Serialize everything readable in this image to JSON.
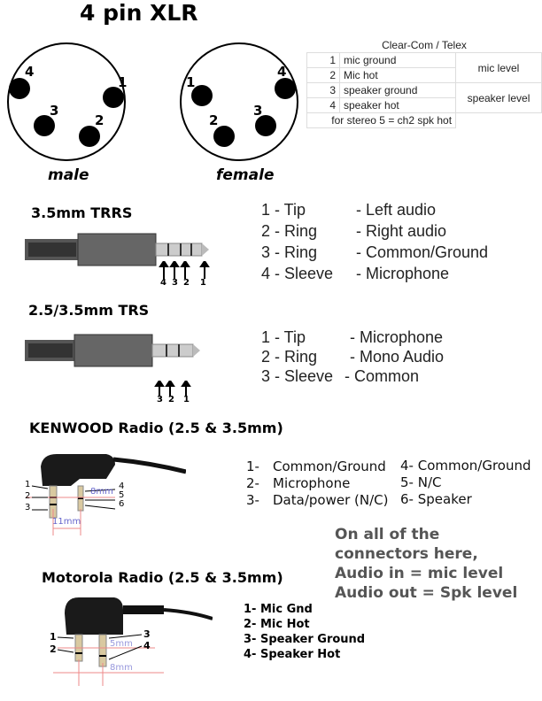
{
  "title": "4 pin XLR",
  "xlr": {
    "male_label": "male",
    "female_label": "female",
    "pins": [
      "1",
      "2",
      "3",
      "4"
    ]
  },
  "table": {
    "header": "Clear-Com / Telex",
    "rows": [
      {
        "num": "1",
        "desc": "mic ground"
      },
      {
        "num": "2",
        "desc": "Mic hot"
      },
      {
        "num": "3",
        "desc": "speaker ground"
      },
      {
        "num": "4",
        "desc": "speaker hot"
      }
    ],
    "groups": [
      "mic level",
      "speaker level"
    ],
    "footer": "for stereo 5 = ch2 spk hot"
  },
  "trrs": {
    "title": "3.5mm TRRS",
    "arrow_labels": [
      "4",
      "3",
      "2",
      "1"
    ],
    "items": [
      "1 - Tip",
      "2 - Ring",
      "3 - Ring",
      "4 - Sleeve"
    ],
    "functions": [
      "- Left audio",
      "- Right audio",
      "- Common/Ground",
      "- Microphone"
    ]
  },
  "trs": {
    "title": "2.5/3.5mm TRS",
    "arrow_labels": [
      "3",
      "2",
      "1"
    ],
    "items": [
      "1 - Tip",
      "2 - Ring",
      "3 - Sleeve"
    ],
    "functions": [
      "- Microphone",
      "- Mono Audio",
      "- Common"
    ]
  },
  "kenwood": {
    "title": "KENWOOD Radio (2.5 & 3.5mm)",
    "pin_labels": [
      "1",
      "2",
      "3",
      "4",
      "5",
      "6"
    ],
    "dim_small": "8mm",
    "dim_large": "11mm",
    "col1": [
      {
        "n": "1-",
        "t": "Common/Ground"
      },
      {
        "n": "2-",
        "t": "Microphone"
      },
      {
        "n": "3-",
        "t": "Data/power (N/C)"
      }
    ],
    "col2": [
      "4- Common/Ground",
      "5- N/C",
      "6- Speaker"
    ]
  },
  "note": [
    "On all of the",
    "connectors here,",
    "Audio in = mic level",
    "Audio out = Spk level"
  ],
  "motorola": {
    "title": "Motorola Radio (2.5 & 3.5mm)",
    "pin_labels": [
      "1",
      "2",
      "3",
      "4"
    ],
    "dim_small": "5mm",
    "dim_large": "8mm",
    "items": [
      "1- Mic Gnd",
      "2- Mic Hot",
      "3- Speaker Ground",
      "4- Speaker Hot"
    ]
  }
}
